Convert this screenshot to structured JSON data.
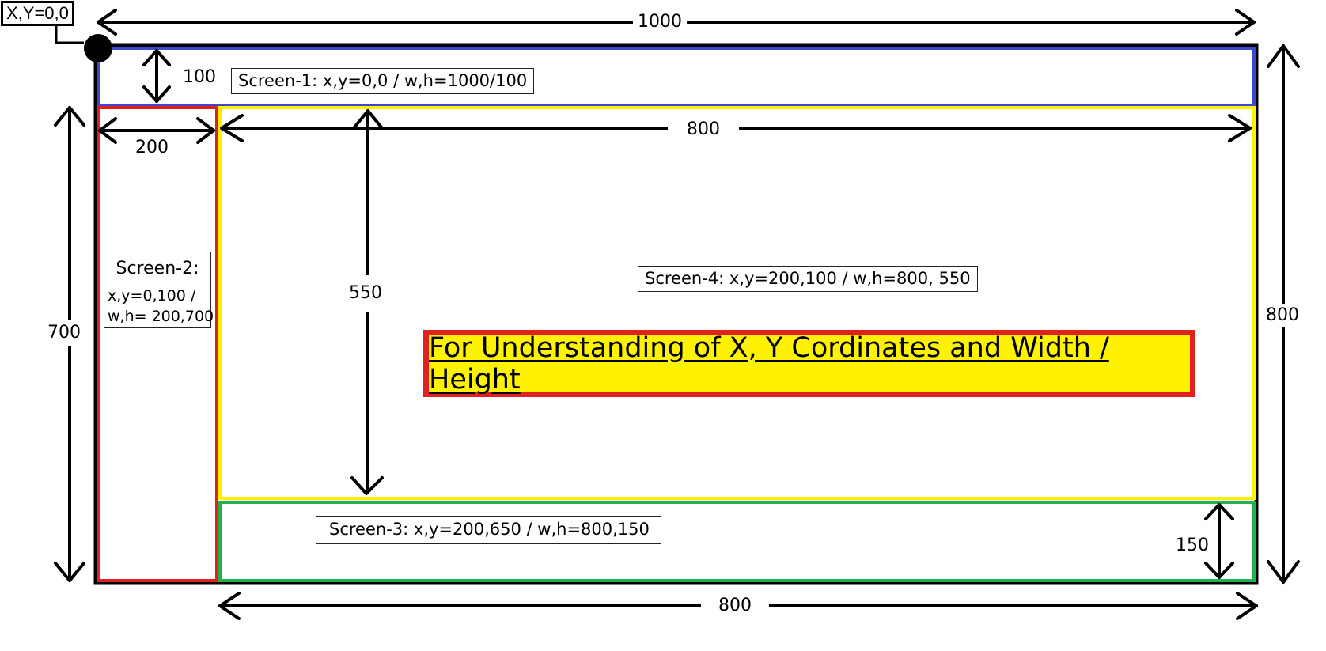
{
  "origin_label": "X,Y=0,0",
  "title": "For Understanding of X, Y Cordinates and Width / Height",
  "screens": {
    "screen1": "Screen-1: x,y=0,0 / w,h=1000/100",
    "screen2": {
      "name": "Screen-2:",
      "line1": "x,y=0,100 /",
      "line2": "w,h= 200,700"
    },
    "screen3": "Screen-3: x,y=200,650 / w,h=800,150",
    "screen4": "Screen-4: x,y=200,100 / w,h=800, 550"
  },
  "dimensions": {
    "total_width": "1000",
    "total_height": "800",
    "screen1_height": "100",
    "screen2_width": "200",
    "screen2_height": "700",
    "screen4_width": "800",
    "screen4_height": "550",
    "screen3_height": "150",
    "bottom_width": "800"
  },
  "colors": {
    "screen1_border": "#3f48cc",
    "screen2_border": "#e1201f",
    "screen3_border": "#22b14c",
    "screen4_border": "#fff200",
    "title_background": "#fff200",
    "title_border": "#e1201f"
  }
}
